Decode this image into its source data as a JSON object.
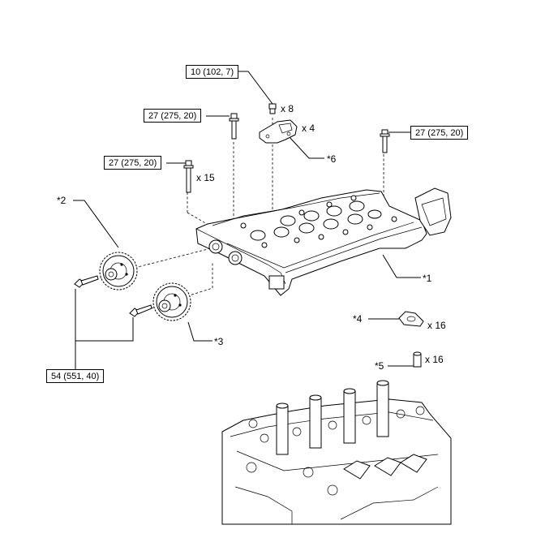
{
  "torque_labels": {
    "bolt_top": "10 (102, 7)",
    "bolt_left_upper": "27 (275, 20)",
    "bolt_right": "27 (275, 20)",
    "bolt_left_lower": "27 (275, 20)",
    "gear_bolts": "54 (551, 40)"
  },
  "part_labels": {
    "cylinder_head_cover": "*1",
    "gear_intake": "*2",
    "gear_exhaust": "*3",
    "bearing_cap": "*4",
    "lash_adjuster": "*5",
    "bracket": "*6"
  },
  "quantities": {
    "bolt_top": "x 8",
    "bracket": "x 4",
    "bolt_left_lower": "x 15",
    "bearing_cap": "x 16",
    "lash_adjuster": "x 16"
  }
}
